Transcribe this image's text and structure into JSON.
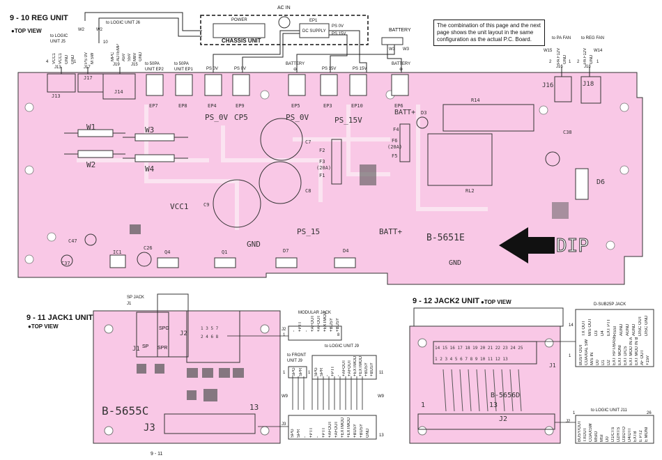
{
  "titles": {
    "reg_unit": "9 - 10 REG UNIT",
    "reg_view": "●TOP  VIEW",
    "jack1_unit": "9 - 11 JACK1 UNIT",
    "jack1_view": "●TOP VIEW",
    "jack2_unit": "9 - 12 JACK2 UNIT",
    "jack2_view": "●TOP VIEW"
  },
  "note": {
    "line1": "The combination of this page and the next",
    "line2": "page shows the unit layout in the same",
    "line3": "configuration as the actual P.C. Board."
  },
  "chassis": {
    "label": "CHASSIS UNIT",
    "ac_in": "AC IN",
    "power": "POWER",
    "ep1": "EP1",
    "ps0v": "PS 0V",
    "ps15v": "PS 15V",
    "dc_supply": "DC SUPPLY",
    "battery": "BATTERY",
    "w3a": "W3",
    "w3b": "W3"
  },
  "reg_top": {
    "to_logic_j5": "to LOGIC\nUNIT J5",
    "j5_pins": [
      "VCC1",
      "VCC1",
      "GND",
      "GND"
    ],
    "j13": "J13",
    "n4": "4",
    "n1": "1",
    "w2a": "W2",
    "w2b": "W2",
    "to_logic_j6": "to LOGIC UNIT J6",
    "j17_pins": [
      "PS 0V",
      "M SW"
    ],
    "j17": "J17",
    "n10": "10",
    "j14_pins": [
      "MPC",
      "ADTEMP",
      "A5V",
      "S5V",
      "M8V",
      "GND"
    ],
    "j19": "J19",
    "j15": "J15",
    "to_50pa_ep2": "to 50PA\nUNIT EP2",
    "to_50pa_ep1": "to 50PA\nUNIT EP1",
    "ps0v_a": "PS 0V",
    "ps0v_b": "PS 0V",
    "battery_minus": "BATTERY\n⊖",
    "ps15v_a": "PS 15V",
    "ps15v_b": "PS 15V",
    "battery_plus": "BATTERY\n⊕",
    "to_pa_fan": "to PA FAN",
    "to_reg_fan": "to REG FAN",
    "w15": "W15",
    "w14": "W14",
    "j16_pins": [
      "PA F12V",
      "GND"
    ],
    "j18_pins": [
      "PA F12V",
      "GND"
    ],
    "j16": "J16",
    "j18": "J18",
    "n2a": "2",
    "n1a": "1",
    "n2b": "2",
    "n1b": "1"
  },
  "reg_pcb": {
    "j13": "J13",
    "j17": "J17",
    "j14": "J14",
    "ep7": "EP7",
    "ep8": "EP8",
    "ep4": "EP4",
    "ep9": "EP9",
    "ep5": "EP5",
    "ep3": "EP3",
    "ep10": "EP10",
    "ep6": "EP6",
    "ps_0v_a": "PS_0V",
    "cp5": "CP5",
    "ps_0v_b": "PS_0V",
    "ps_15v": "PS_15V",
    "batt_plus_a": "BATT+",
    "d3": "D3",
    "r14": "R14",
    "j16": "J16",
    "j18": "J18",
    "w1": "W1",
    "w3": "W3",
    "w2": "W2",
    "w4": "W4",
    "c7": "C7",
    "f2": "F2",
    "f3": "F3",
    "f3_rating": "(20A)",
    "f1": "F1",
    "f4": "F4",
    "f6": "F6",
    "f6_rating": "(20A)",
    "f5": "F5",
    "c38": "C38",
    "rl2": "RL2",
    "d6": "D6",
    "c9": "C9",
    "c8": "C8",
    "vcc1": "VCC1",
    "gnd_a": "GND",
    "ps_15": "PS_15",
    "batt_plus_b": "BATT+",
    "b5651e": "B-5651E",
    "dip": "DIP",
    "c47": "C47",
    "ic1": "IC1",
    "c26": "C26",
    "q4": "Q4",
    "q1": "Q1",
    "d7": "D7",
    "d4": "D4",
    "c37": "C37",
    "gnd_b": "GND"
  },
  "jack1": {
    "sp_jack": "SP JACK",
    "j1_top": "J1",
    "spg": "SPG",
    "spr": "SPR",
    "sp": "SP",
    "j1": "J1",
    "j2_pcb": "J2",
    "pins_j2": "1 3 5 7",
    "pins_j2b": "2 4 6 8",
    "b5655c": "B-5655C",
    "j3_pcb": "J3",
    "n13": "13",
    "modular_jack": "MODULAR JACK",
    "j2": "J2",
    "n1": "1",
    "n8": "8",
    "mod_pins": [
      "-",
      "+PTT",
      "-",
      "+AFOUT",
      "+AFOUT",
      "+EXTMOD",
      "+BUSY",
      "+BUSY"
    ],
    "to_front_j9": "to FRONT\nUNIT J9",
    "front_pins": [
      "SPG",
      "SPR"
    ],
    "to_logic_j9": "to LOGIC UNIT J9",
    "logic_pins": [
      "SPG",
      "SPR",
      "-",
      "+PTT",
      "-",
      "+AFOUT",
      "+AFOUT",
      "+EXTMOD",
      "+EXTMOD",
      "+BUSY",
      "+BUSY"
    ],
    "n11": "11",
    "w9a": "W9",
    "w9b": "W9",
    "n1b": "1",
    "n1c": "1",
    "j3": "J3",
    "j3_pins": [
      "SPG",
      "SPR",
      "-",
      "+PTT",
      "-",
      "+PTT",
      "+AFOUT",
      "+AFOUT",
      "+EXTMOD",
      "+EXTMOD",
      "+BUSY",
      "+BUSY",
      "GND"
    ],
    "n13b": "13"
  },
  "jack2": {
    "dsub": "D-SUB25P JACK",
    "n14": "14",
    "n1": "1",
    "dsub_pins": [
      "BUSY OUT",
      "COAXIAL SW",
      "M/S IN",
      "D0",
      "D1",
      "D2",
      "EXT RPT/BASE",
      "EXT MONI",
      "EXT D/CS",
      "EXT MOD IN A",
      "EXT MOD IN B",
      "AF OUT",
      "+15V"
    ],
    "dsub_pins2": [
      "TX OUT",
      "M/S OUT",
      "D3",
      "D4",
      "EXT PTT",
      "RSSI",
      "AGND",
      "AGND",
      "AGND",
      "DISC OUT",
      "DISC GND"
    ],
    "pcb_pins_top": "14 15 16 17 18 19 20 21 22 23 24 25",
    "pcb_pins_bot": "1  2  3  4  5  6  7  8  9 10 11 12 13",
    "j1": "J1",
    "b5656d": "B-5656D",
    "n1b": "1",
    "n13": "13",
    "j2_pcb": "J2",
    "to_logic_j11": "to LOGIC UNIT J11",
    "j2": "J2",
    "n1c": "1",
    "n26": "26",
    "j11_pins": [
      "BUSY/OUT",
      "TXOUT",
      "COAXSW",
      "MSIO",
      "MSI",
      "D0",
      "D1/CTS",
      "D2/RTS",
      "D3/DTO",
      "D4/DTI",
      "EXTB",
      "E PT2",
      "E MONI"
    ]
  },
  "page": "9 - 11"
}
